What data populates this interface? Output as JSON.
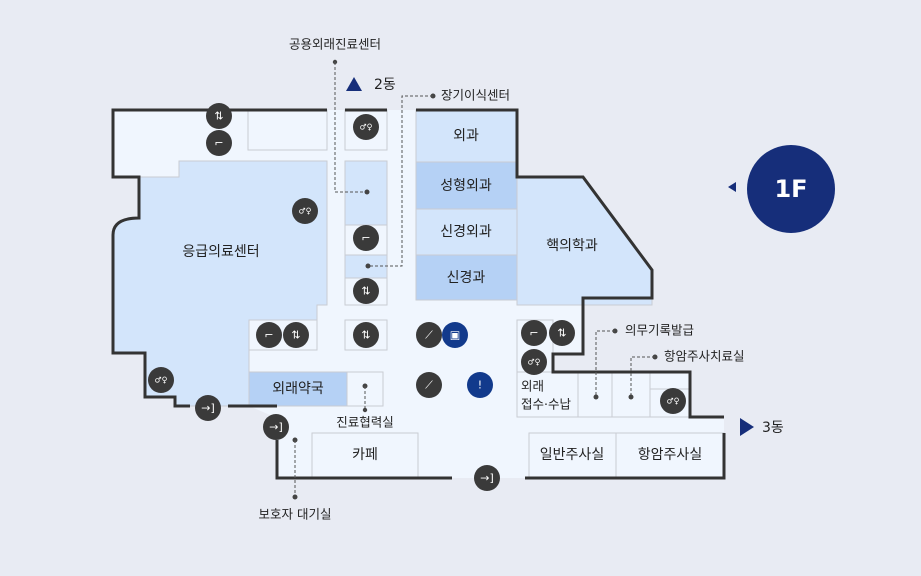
{
  "floor": "1F",
  "colors": {
    "background": "#e8ebf3",
    "floor": "#f0f6fe",
    "room_light": "#d3e5fb",
    "room_dark": "#b5d1f5",
    "wall": "#333333",
    "accent": "#162e7a",
    "icon": "#3a3a3a"
  },
  "rooms": {
    "emergency": "응급의료센터",
    "pharmacy": "외래약국",
    "surgery": "외과",
    "plastic_surgery": "성형외과",
    "neurosurgery": "신경외과",
    "neurology": "신경과",
    "nuclear_medicine": "핵의학과",
    "reception_line1": "외래",
    "reception_line2": "접수·수납",
    "cafe": "카페",
    "general_injection": "일반주사실",
    "chemo_injection": "항암주사실"
  },
  "annotations": {
    "public_outpatient": "공용외래진료센터",
    "organ_transplant": "장기이식센터",
    "medical_cooperation": "진료협력실",
    "medical_records": "의무기록발급",
    "chemo_treatment": "항암주사치료실",
    "guardian_waiting": "보호자 대기실"
  },
  "directions": {
    "building2": "2동",
    "building3": "3동"
  }
}
